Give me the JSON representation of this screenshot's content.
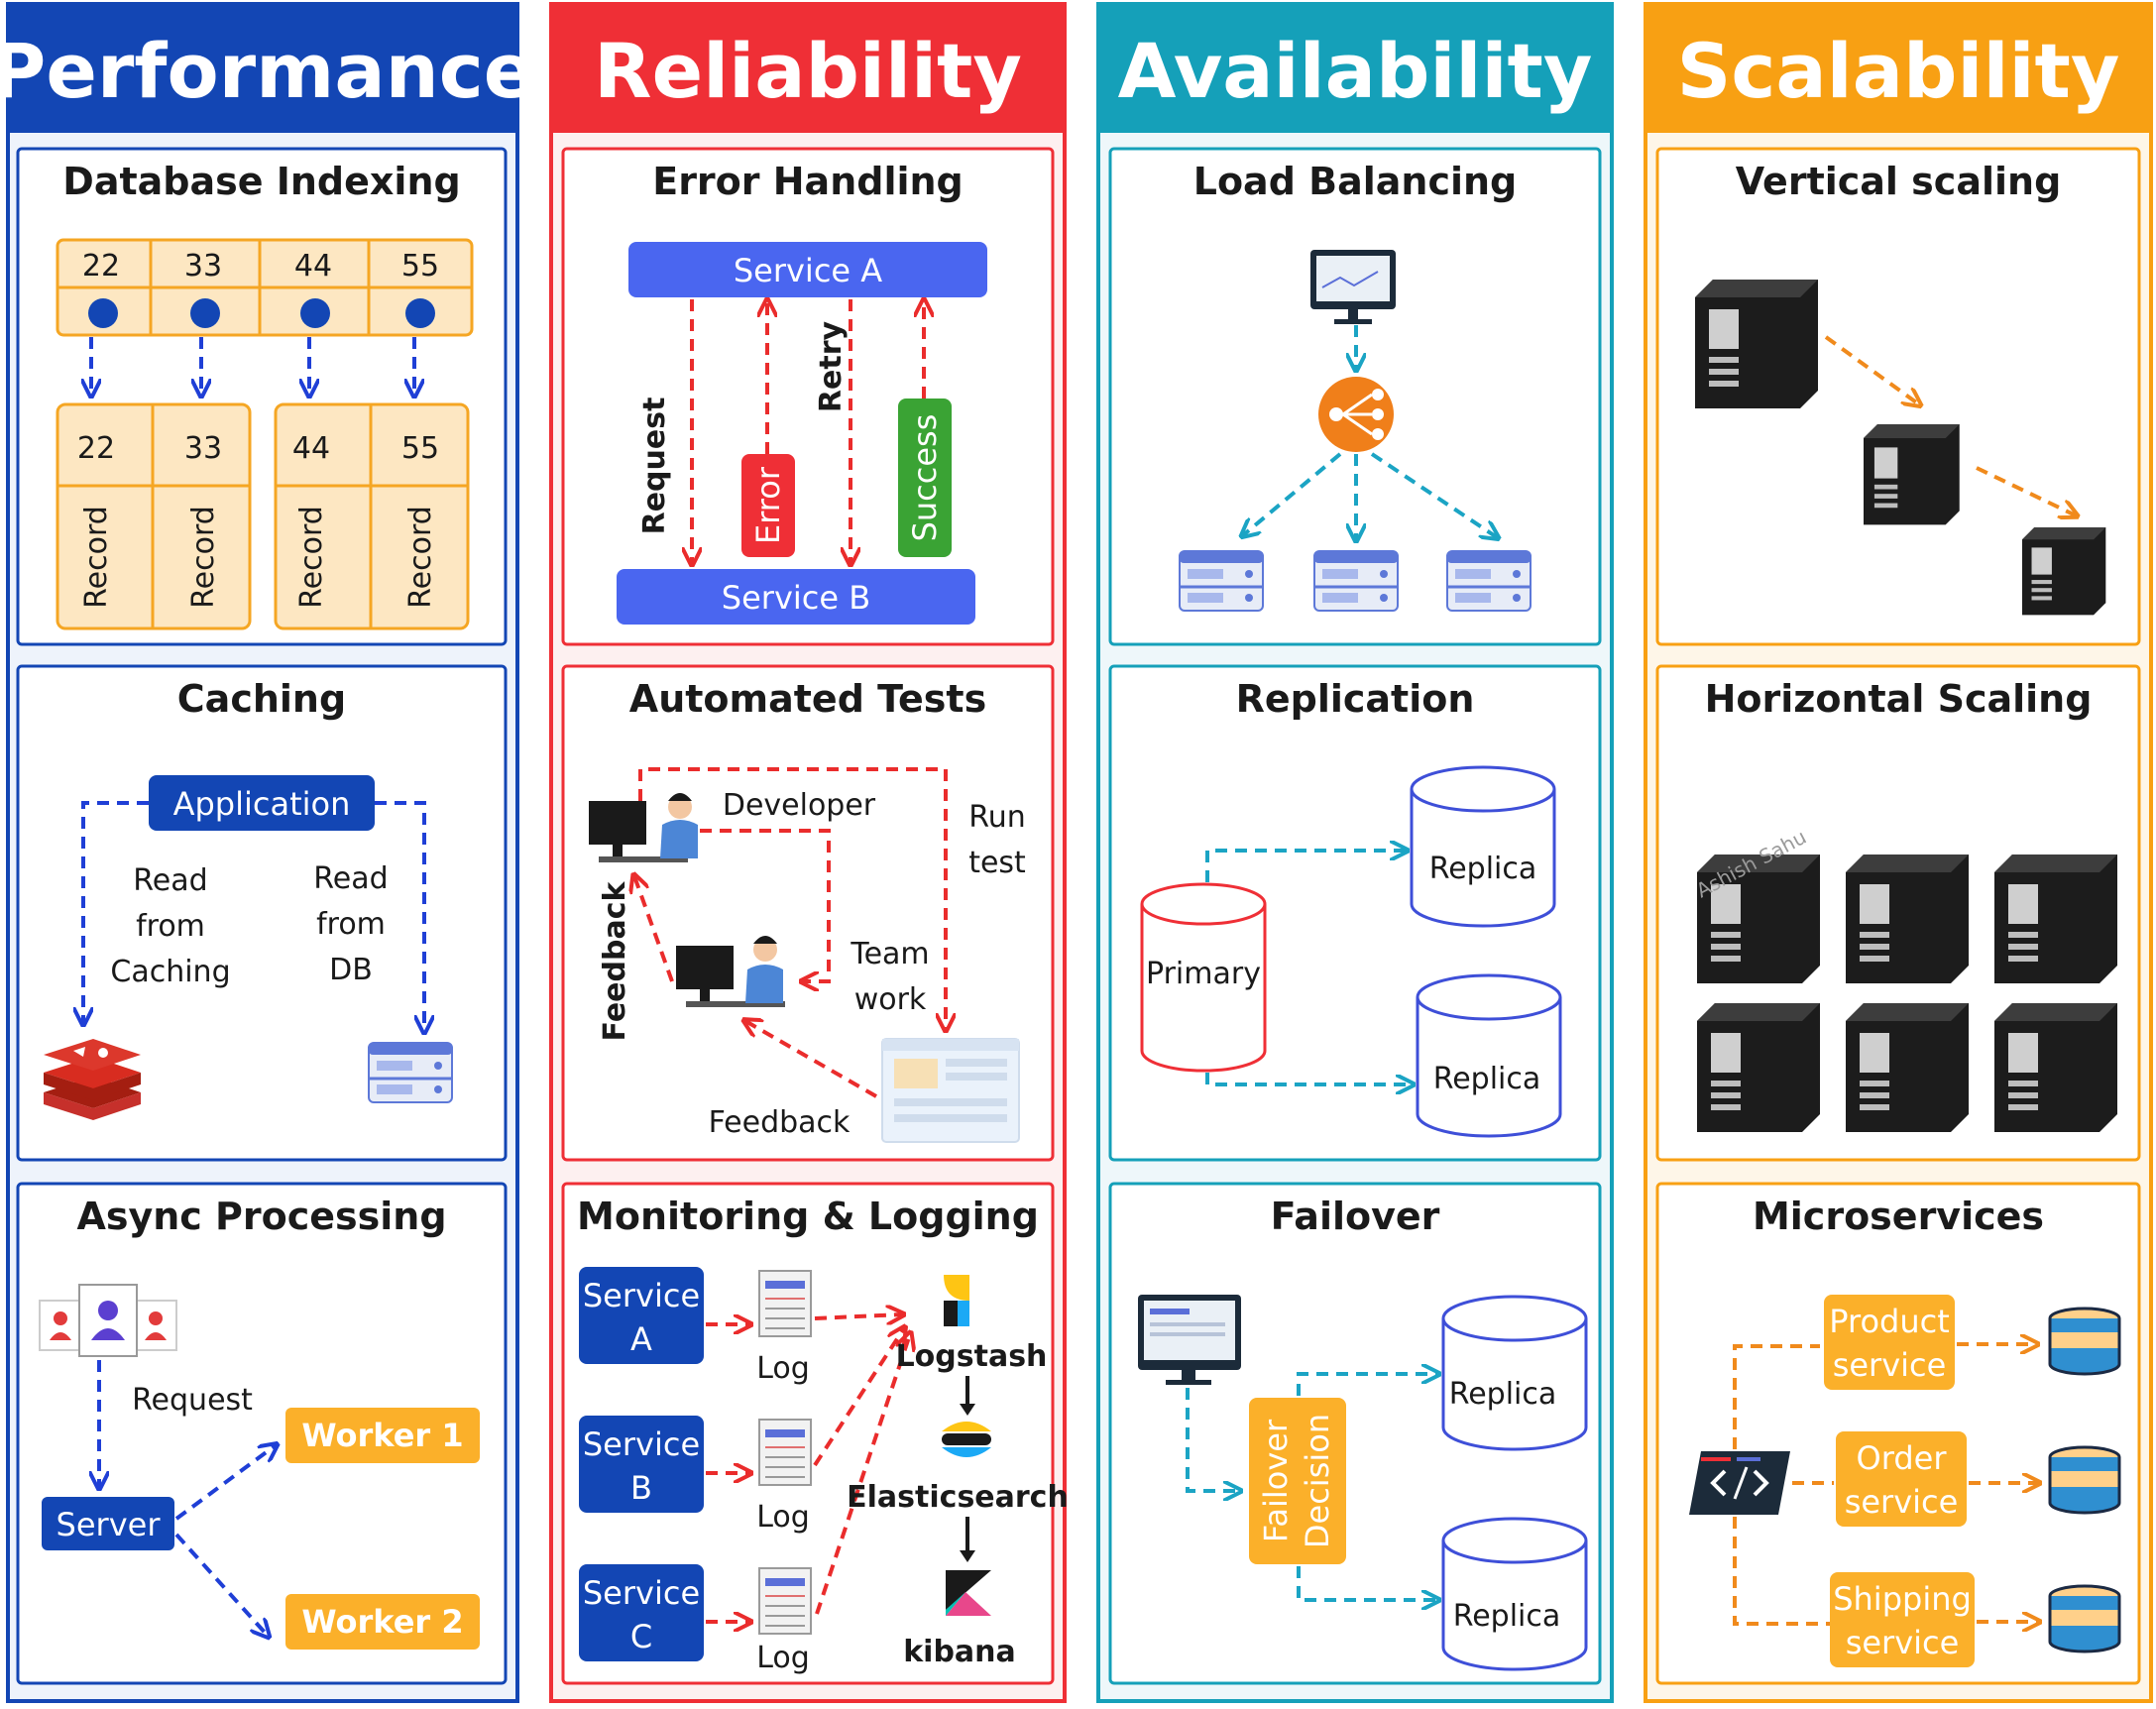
{
  "colors": {
    "performance": "#1346b4",
    "reliability": "#ef2f36",
    "availability": "#15a0b9",
    "scalability": "#f8a013",
    "blue_box": "#3e63f0",
    "orange_box": "#fbb02a"
  },
  "performance": {
    "header": "Performance",
    "db_indexing": {
      "title": "Database Indexing",
      "keys": [
        "22",
        "33",
        "44",
        "55"
      ],
      "records": [
        {
          "key": "22",
          "label": "Record"
        },
        {
          "key": "33",
          "label": "Record"
        },
        {
          "key": "44",
          "label": "Record"
        },
        {
          "key": "55",
          "label": "Record"
        }
      ]
    },
    "caching": {
      "title": "Caching",
      "app_label": "Application",
      "read_cache": [
        "Read",
        "from",
        "Caching"
      ],
      "read_db": [
        "Read",
        "from",
        "DB"
      ],
      "icons": [
        "redis-icon",
        "db-server-icon"
      ]
    },
    "async": {
      "title": "Async Processing",
      "request": "Request",
      "server": "Server",
      "worker1": "Worker 1",
      "worker2": "Worker 2",
      "icons": [
        "users-icon"
      ]
    }
  },
  "reliability": {
    "header": "Reliability",
    "error_handling": {
      "title": "Error Handling",
      "service_a": "Service A",
      "service_b": "Service B",
      "request": "Request",
      "error": "Error",
      "retry": "Retry",
      "success": "Success"
    },
    "automated_tests": {
      "title": "Automated Tests",
      "developer": "Developer",
      "run_test": [
        "Run",
        "test"
      ],
      "team_work": [
        "Team",
        "work"
      ],
      "feedback_vertical": "Feedback",
      "feedback_bottom": "Feedback",
      "icons": [
        "developer-icon",
        "teamwork-icon",
        "test-report-icon"
      ]
    },
    "monitoring": {
      "title": "Monitoring & Logging",
      "services": [
        {
          "line1": "Service",
          "line2": "A",
          "log": "Log"
        },
        {
          "line1": "Service",
          "line2": "B",
          "log": "Log"
        },
        {
          "line1": "Service",
          "line2": "C",
          "log": "Log"
        }
      ],
      "logstash": "Logstash",
      "elasticsearch": "Elasticsearch",
      "kibana": "kibana"
    }
  },
  "availability": {
    "header": "Availability",
    "load_balancing": {
      "title": "Load Balancing",
      "icons": [
        "monitor-icon",
        "load-balancer-icon",
        "server-icon"
      ]
    },
    "replication": {
      "title": "Replication",
      "primary": "Primary",
      "replica_top": "Replica",
      "replica_bottom": "Replica"
    },
    "failover": {
      "title": "Failover",
      "decision": [
        "Failover",
        "Decision"
      ],
      "replica_top": "Replica",
      "replica_bottom": "Replica"
    }
  },
  "scalability": {
    "header": "Scalability",
    "vertical": {
      "title": "Vertical scaling"
    },
    "horizontal": {
      "title": "Horizontal Scaling",
      "watermark": "Ashish Sahu"
    },
    "microservices": {
      "title": "Microservices",
      "services": [
        [
          "Product",
          "service"
        ],
        [
          "Order",
          "service"
        ],
        [
          "Shipping",
          "service"
        ]
      ]
    }
  }
}
